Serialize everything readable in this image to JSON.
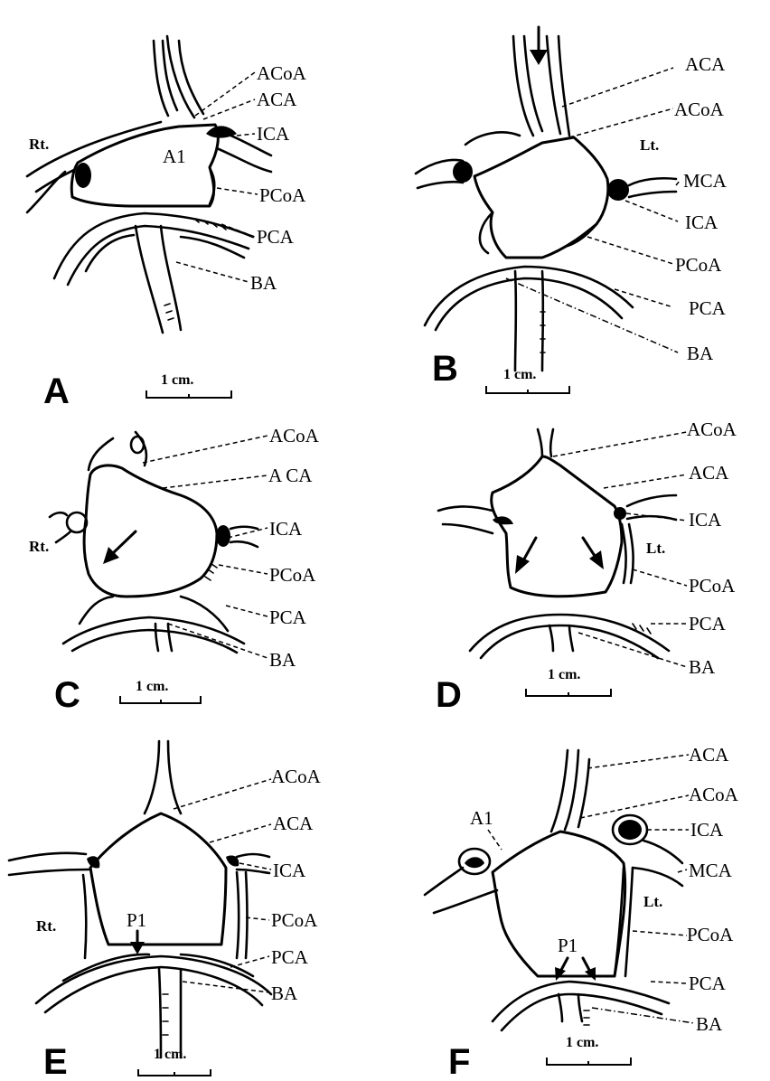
{
  "panels": {
    "A": {
      "letter": "A",
      "side": "Rt.",
      "scale": "1 cm.",
      "inner": "A1",
      "labels": [
        "ACoA",
        "ACA",
        "ICA",
        "PCoA",
        "PCA",
        "BA"
      ]
    },
    "B": {
      "letter": "B",
      "side": "Lt.",
      "scale": "1 cm.",
      "labels": [
        "ACA",
        "ACoA",
        "MCA",
        "ICA",
        "PCoA",
        "PCA",
        "BA"
      ]
    },
    "C": {
      "letter": "C",
      "side": "Rt.",
      "scale": "1 cm.",
      "labels": [
        "ACoA",
        "A CA",
        "ICA",
        "PCoA",
        "PCA",
        "BA"
      ]
    },
    "D": {
      "letter": "D",
      "side": "Lt.",
      "scale": "1 cm.",
      "labels": [
        "ACoA",
        "ACA",
        "ICA",
        "PCoA",
        "PCA",
        "BA"
      ]
    },
    "E": {
      "letter": "E",
      "side": "Rt.",
      "scale": "1 cm.",
      "inner": "P1",
      "labels": [
        "ACoA",
        "ACA",
        "ICA",
        "PCoA",
        "PCA",
        "BA"
      ]
    },
    "F": {
      "letter": "F",
      "side": "Lt.",
      "scale": "1 cm.",
      "inner": "A1",
      "inner2": "P1",
      "labels": [
        "ACA",
        "ACoA",
        "ICA",
        "MCA",
        "PCoA",
        "PCA",
        "BA"
      ]
    }
  }
}
